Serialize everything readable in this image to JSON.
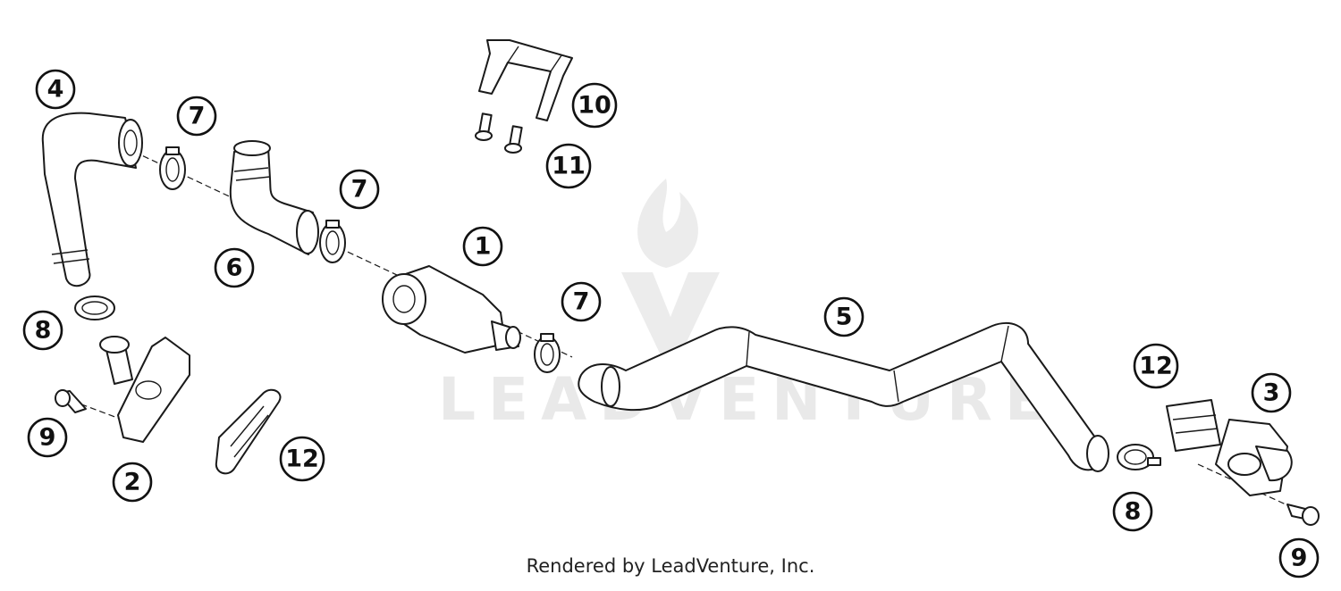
{
  "watermark": {
    "brand": "LEADVENTURE"
  },
  "footer": {
    "credit": "Rendered by LeadVenture, Inc."
  },
  "callouts": [
    "1",
    "2",
    "3",
    "4",
    "5",
    "6",
    "7",
    "7",
    "7",
    "8",
    "8",
    "9",
    "9",
    "10",
    "11",
    "12",
    "12"
  ]
}
